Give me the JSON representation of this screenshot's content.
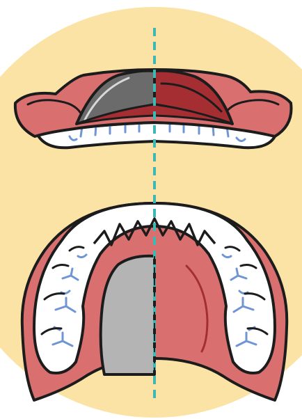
{
  "illustration": {
    "subject": "denture-comparison",
    "variants": [
      "metal-plate-side",
      "resin-plate-side"
    ],
    "views": [
      "upper-denture-front",
      "upper-denture-palatal"
    ]
  },
  "colors": {
    "background_circle": "#fbe3a6",
    "gum": "#d9706f",
    "gum_dark": "#a52e33",
    "metal_plate_dark": "#6b6b6b",
    "metal_plate_light": "#b4b4b4",
    "teeth": "#ffffff",
    "tooth_detail": "#6f95d3",
    "outline": "#1c1c1c",
    "midline": "#3fb8b4"
  }
}
